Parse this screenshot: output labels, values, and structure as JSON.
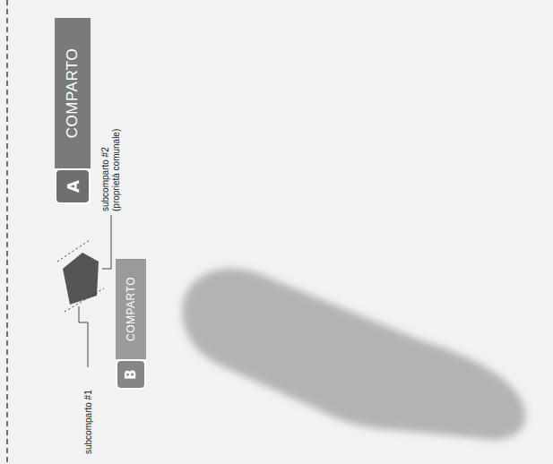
{
  "diagram": {
    "nodes": [
      {
        "text": [
          "A",
          "COMPARTO"
        ]
      },
      {
        "text": [
          "B",
          "COMPARTO"
        ]
      }
    ],
    "labels": [
      "subcomparto #2 (proprietà comunale)",
      "subcomparto #1"
    ]
  }
}
